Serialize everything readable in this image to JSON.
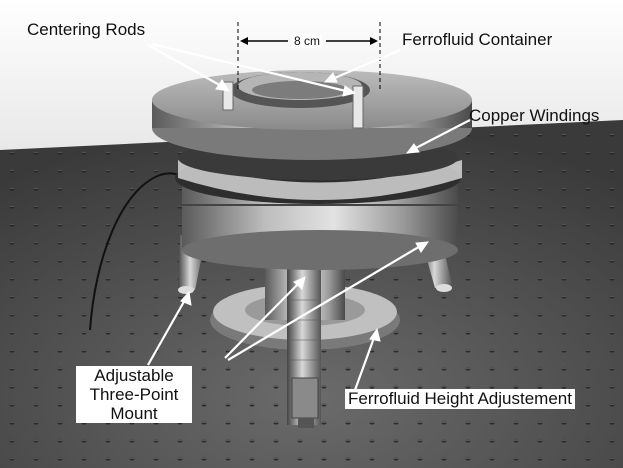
{
  "labels": {
    "centering_rods": "Centering Rods",
    "dimension": "8 cm",
    "ferrofluid_container": "Ferrofluid Container",
    "copper_windings": "Copper Windings",
    "mount_line1": "Adjustable",
    "mount_line2": "Three-Point",
    "mount_line3": "Mount",
    "height_adjustment": "Ferrofluid Height Adjustement"
  },
  "colors": {
    "label_text": "#111111",
    "label_background": "#ffffff",
    "arrow": "#ffffff",
    "table": "#5a5a5a",
    "metal_light": "#c8c8c8",
    "metal_dark": "#6e6e6e"
  }
}
